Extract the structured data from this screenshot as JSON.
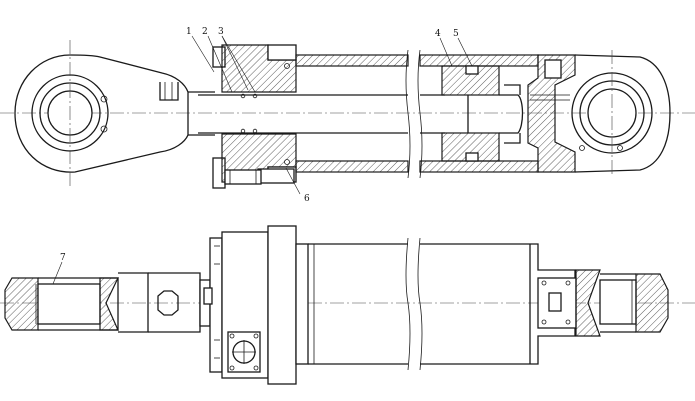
{
  "callouts": [
    {
      "num": "1"
    },
    {
      "num": "2"
    },
    {
      "num": "3"
    },
    {
      "num": "4"
    },
    {
      "num": "5"
    },
    {
      "num": "6"
    },
    {
      "num": "7"
    }
  ],
  "colors": {
    "line": "#1a1a1a",
    "hatch": "#333333",
    "background": "#ffffff"
  }
}
